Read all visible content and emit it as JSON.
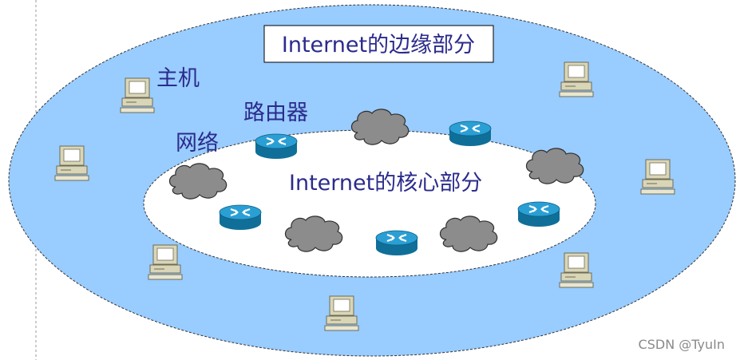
{
  "labels": {
    "edge_title": "Internet的边缘部分",
    "core_title": "Internet的核心部分",
    "host": "主机",
    "router": "路由器",
    "network": "网络"
  },
  "watermark": "CSDN @TyuIn",
  "colors": {
    "edge_fill": "#99ccff",
    "core_fill": "#ffffff",
    "label_text": "#2b2b8c",
    "router_fill": "#1b87b8",
    "cloud_fill": "#8c8c8c",
    "host_fill": "#d9d6b8"
  },
  "icons": {
    "host": "desktop-computer-icon",
    "router": "router-icon",
    "network": "cloud-icon"
  }
}
